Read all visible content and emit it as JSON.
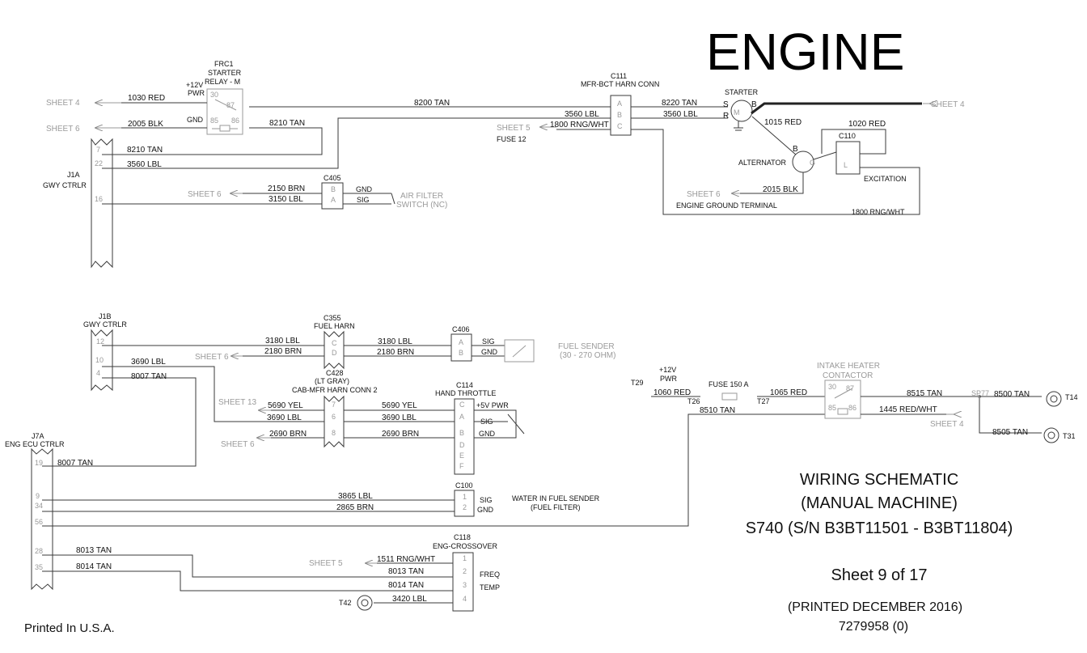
{
  "header": {
    "title": "ENGINE"
  },
  "title_block": {
    "line1": "WIRING SCHEMATIC",
    "line2": "(MANUAL MACHINE)",
    "line3": "S740 (S/N B3BT11501 - B3BT11804)",
    "sheet": "Sheet 9 of 17",
    "printed": "(PRINTED DECEMBER 2016)",
    "doc_no": "7279958 (0)"
  },
  "footer": {
    "printed_in": "Printed In U.S.A."
  },
  "connectors": {
    "j1a": {
      "name": "J1A",
      "desc": "GWY CTRLR"
    },
    "j1b": {
      "name": "J1B",
      "desc": "GWY CTRLR"
    },
    "j7a": {
      "name": "J7A",
      "desc": "ENG ECU CTRLR"
    },
    "frc1": {
      "name": "FRC1",
      "line2": "STARTER",
      "line3": "RELAY - M"
    },
    "c111": {
      "name": "C111",
      "desc": "MFR-BCT HARN CONN"
    },
    "c405": {
      "name": "C405"
    },
    "c355": {
      "name": "C355",
      "desc": "FUEL HARN"
    },
    "c406": {
      "name": "C406"
    },
    "c428": {
      "name": "C428",
      "line2": "(LT GRAY)",
      "line3": "CAB-MFR HARN CONN 2"
    },
    "c114": {
      "name": "C114",
      "desc": "HAND THROTTLE"
    },
    "c100": {
      "name": "C100"
    },
    "c118": {
      "name": "C118",
      "desc": "ENG-CROSSOVER"
    },
    "c110": {
      "name": "C110"
    }
  },
  "components": {
    "starter": "STARTER",
    "alternator": "ALTERNATOR",
    "excitation": "EXCITATION",
    "engine_ground": "ENGINE GROUND TERMINAL",
    "air_filter_1": "AIR FILTER",
    "air_filter_2": "SWITCH (NC)",
    "fuel_sender_1": "FUEL SENDER",
    "fuel_sender_2": "(30 - 270 OHM)",
    "water_fuel_1": "WATER IN FUEL SENDER",
    "water_fuel_2": "(FUEL FILTER)",
    "intake_1": "INTAKE HEATER",
    "intake_2": "CONTACTOR",
    "fuse150": "FUSE 150 A",
    "fuse12": "FUSE 12",
    "pwr12": "+12V",
    "pwr_word": "PWR",
    "pwr5": "+5V PWR"
  },
  "pins": {
    "j1a": [
      "7",
      "22",
      "16"
    ],
    "j1b": [
      "12",
      "10",
      "4"
    ],
    "j7a": [
      "19",
      "9",
      "34",
      "56",
      "28",
      "35"
    ],
    "relay": [
      "30",
      "87",
      "85",
      "86"
    ],
    "c111": [
      "A",
      "B",
      "C"
    ],
    "c405": [
      "B",
      "A"
    ],
    "c355": [
      "C",
      "D"
    ],
    "c406": [
      "A",
      "B"
    ],
    "c428": [
      "7",
      "6",
      "8"
    ],
    "c114": [
      "C",
      "A",
      "B",
      "D",
      "E",
      "F"
    ],
    "c100": [
      "1",
      "2"
    ],
    "c118": [
      "1",
      "2",
      "3",
      "4"
    ],
    "alt": [
      "B",
      "G",
      "L"
    ],
    "starter": [
      "S",
      "R",
      "B",
      "M"
    ],
    "contactor": [
      "30",
      "87",
      "85",
      "86"
    ]
  },
  "signals": {
    "gnd": "GND",
    "sig": "SIG",
    "freq": "FREQ",
    "temp": "TEMP"
  },
  "sheet_refs": {
    "s4a": "SHEET 4",
    "s6a": "SHEET 6",
    "s6b": "SHEET 6",
    "s5a": "SHEET 5",
    "s4b": "SHEET 4",
    "s6c": "SHEET 6",
    "s6d": "SHEET 6",
    "s13": "SHEET 13",
    "s6e": "SHEET 6",
    "s5b": "SHEET 5",
    "s4c": "SHEET 4"
  },
  "terminals": {
    "t29": "T29",
    "t26": "T26",
    "t27": "T27",
    "t14": "T14",
    "t31": "T31",
    "t42": "T42",
    "sp77": "SP77"
  },
  "wires": {
    "w1030": "1030 RED",
    "w2005": "2005 BLK",
    "w8210a": "8210 TAN",
    "w8210b": "8210 TAN",
    "w3560a": "3560 LBL",
    "w8200": "8200 TAN",
    "w3560b": "3560 LBL",
    "w1800a": "1800 RNG/WHT",
    "w8220": "8220 TAN",
    "w3560c": "3560 LBL",
    "w1015": "1015 RED",
    "w1020": "1020 RED",
    "w2015": "2015 BLK",
    "w1800b": "1800 RNG/WHT",
    "w2150": "2150 BRN",
    "w3150": "3150 LBL",
    "w3180a": "3180 LBL",
    "w2180a": "2180 BRN",
    "w3180b": "3180 LBL",
    "w2180b": "2180 BRN",
    "w3690a": "3690 LBL",
    "w8007a": "8007 TAN",
    "w5690a": "5690 YEL",
    "w3690b": "3690 LBL",
    "w2690a": "2690 BRN",
    "w5690b": "5690 YEL",
    "w3690c": "3690 LBL",
    "w2690b": "2690 BRN",
    "w8007b": "8007 TAN",
    "w3865": "3865 LBL",
    "w2865": "2865 BRN",
    "w8013a": "8013 TAN",
    "w8014a": "8014 TAN",
    "w1511": "1511 RNG/WHT",
    "w8013b": "8013 TAN",
    "w8014b": "8014 TAN",
    "w3420": "3420 LBL",
    "w1060": "1060 RED",
    "w8510": "8510 TAN",
    "w1065": "1065 RED",
    "w8515": "8515 TAN",
    "w1445": "1445 RED/WHT",
    "w8500": "8500 TAN",
    "w8505": "8505 TAN"
  }
}
